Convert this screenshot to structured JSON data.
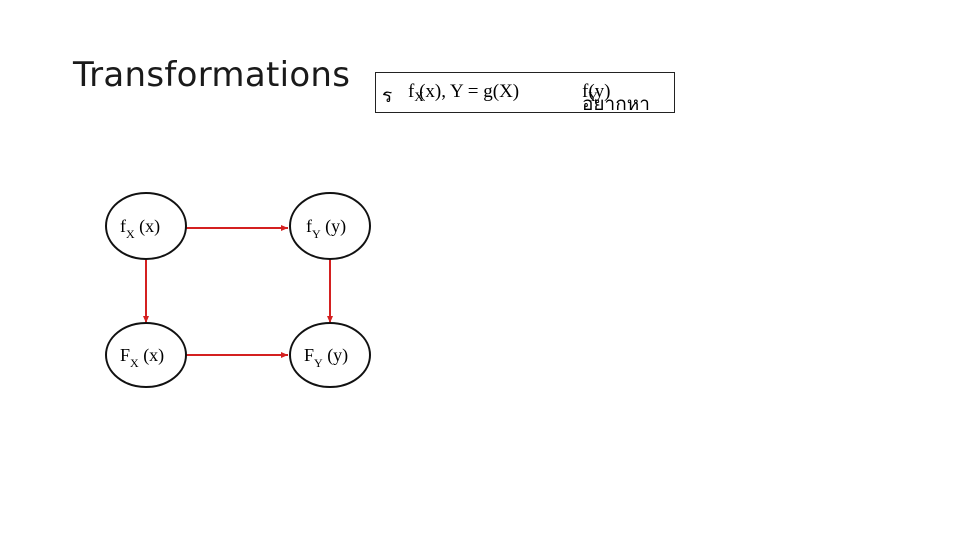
{
  "slide": {
    "title": "Transformations"
  },
  "given_box": {
    "given_word": "ร",
    "formula": "f_X (x), Y = g(X)",
    "want_word": "อยากหา",
    "want_formula": "f_Y (y)"
  },
  "diagram": {
    "nodes": [
      {
        "id": "fx",
        "main": "f",
        "sub": "X",
        "arg": "(x)"
      },
      {
        "id": "fy",
        "main": "f",
        "sub": "Y",
        "arg": "(y)"
      },
      {
        "id": "Fx",
        "main": "F",
        "sub": "X",
        "arg": "(x)"
      },
      {
        "id": "Fy",
        "main": "F",
        "sub": "Y",
        "arg": "(y)"
      }
    ],
    "edges": [
      {
        "from": "fx",
        "to": "fy"
      },
      {
        "from": "fx",
        "to": "Fx"
      },
      {
        "from": "Fx",
        "to": "Fy"
      },
      {
        "from": "fy",
        "to": "Fy"
      }
    ],
    "edge_color": "#d42020",
    "node_border_color": "#111111"
  }
}
